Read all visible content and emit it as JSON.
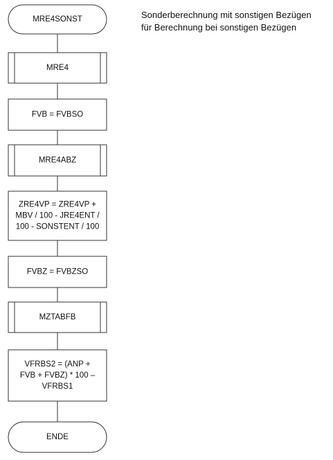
{
  "note": {
    "lines": [
      "Sonderberechnung mit sonstigen Bezügen",
      "für Berechnung bei sonstigen Bezügen"
    ]
  },
  "flowchart": {
    "nodes": [
      {
        "id": "start",
        "type": "terminal",
        "lines": [
          "MRE4SONST"
        ]
      },
      {
        "id": "mre4",
        "type": "subroutine",
        "lines": [
          "MRE4"
        ]
      },
      {
        "id": "fvb",
        "type": "process",
        "lines": [
          "FVB = FVBSO"
        ]
      },
      {
        "id": "mre4abz",
        "type": "subroutine",
        "lines": [
          "MRE4ABZ"
        ]
      },
      {
        "id": "zre4vp",
        "type": "process",
        "lines": [
          "ZRE4VP = ZRE4VP +",
          "MBV / 100 - JRE4ENT /",
          "100 - SONSTENT / 100"
        ]
      },
      {
        "id": "fvbz",
        "type": "process",
        "lines": [
          "FVBZ = FVBZSO"
        ]
      },
      {
        "id": "mztabfb",
        "type": "subroutine",
        "lines": [
          "MZTABFB"
        ]
      },
      {
        "id": "vfrbs2",
        "type": "process",
        "lines": [
          "VFRBS2 = (ANP +",
          "FVB + FVBZ) * 100 –",
          "VFRBS1"
        ]
      },
      {
        "id": "end",
        "type": "terminal",
        "lines": [
          "ENDE"
        ]
      }
    ]
  }
}
